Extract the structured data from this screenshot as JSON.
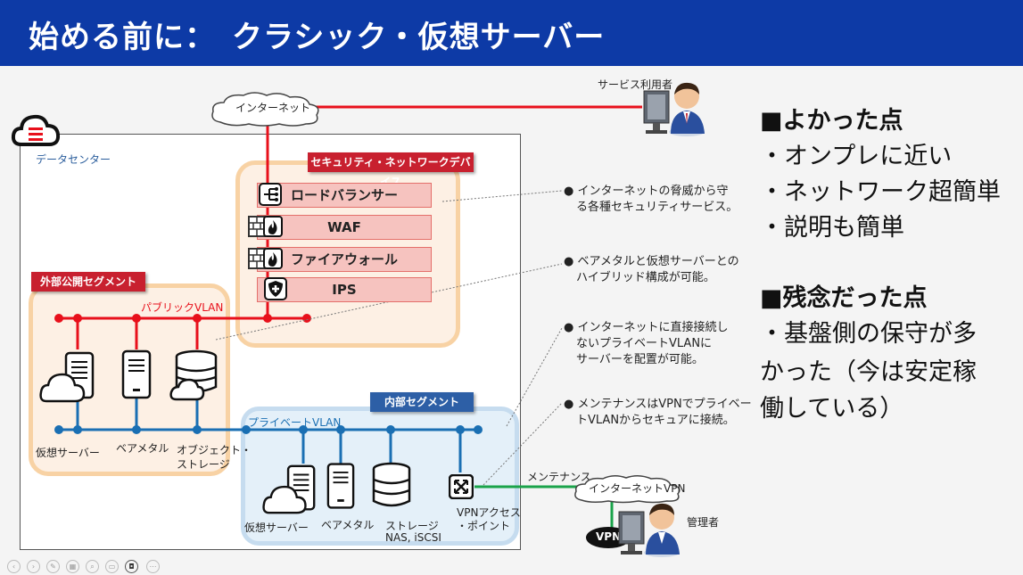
{
  "slide": {
    "title": "始める前に：　クラシック・仮想サーバー"
  },
  "diagram": {
    "internet": "インターネット",
    "service_user": "サービス利用者",
    "datacenter": "データセンター",
    "security_tag": "セキュリティ・ネットワークデバイス",
    "devices": [
      "ロードバランサー",
      "WAF",
      "ファイアウォール",
      "IPS"
    ],
    "external_segment": "外部公開セグメント",
    "public_vlan": "パブリックVLAN",
    "external_labels": [
      "仮想サーバー",
      "ベアメタル",
      "オブジェクト・",
      "ストレージ"
    ],
    "internal_segment": "内部セグメント",
    "private_vlan": "プライベートVLAN",
    "internal_labels": [
      "仮想サーバー",
      "ベアメタル",
      "ストレージ",
      "NAS, iSCSI",
      "VPNアクセス",
      "・ポイント"
    ],
    "maintenance": "メンテナンス",
    "internet_vpn": "インターネットVPN",
    "vpn": "VPN",
    "admin": "管理者",
    "colors": {
      "red": "#e8101b",
      "blue": "#1a6fb3",
      "green": "#1aa34a",
      "header": "#0d3aa6"
    }
  },
  "notes": [
    {
      "bullet": "●",
      "lines": [
        "インターネットの脅威から守",
        "る各種セキュリティサービス。"
      ]
    },
    {
      "bullet": "●",
      "lines": [
        "ベアメタルと仮想サーバーとの",
        "ハイブリッド構成が可能。"
      ]
    },
    {
      "bullet": "●",
      "lines": [
        "インターネットに直接接続し",
        "ないプライベートVLANに",
        "サーバーを配置が可能。"
      ]
    },
    {
      "bullet": "●",
      "lines": [
        "メンテナンスはVPNでプライベー",
        "トVLANからセキュアに接続。"
      ]
    }
  ],
  "good": {
    "heading": "■よかった点",
    "items": [
      "・オンプレに近い",
      "・ネットワーク超簡単",
      "・説明も簡単"
    ]
  },
  "bad": {
    "heading": "■残念だった点",
    "lines": [
      "・基盤側の保守が多",
      "かった（今は安定稼",
      "働している）"
    ]
  }
}
